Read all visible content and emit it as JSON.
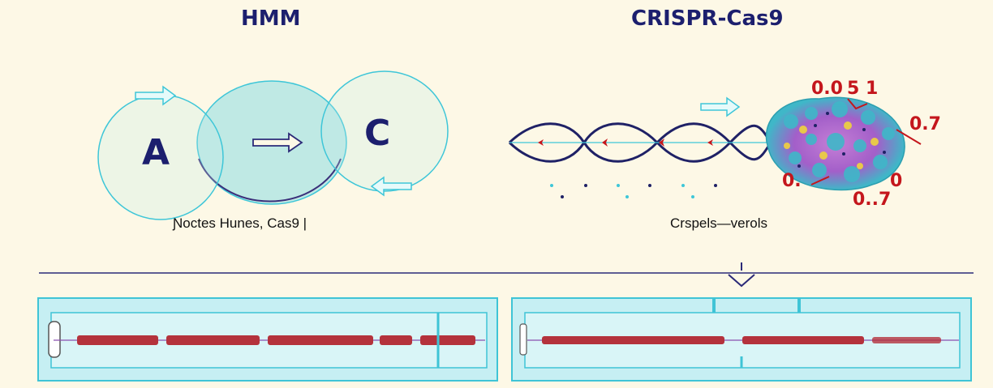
{
  "panels": {
    "left": {
      "title": "HMM",
      "caption": "Ɲoctes Hunes, Cas9 |",
      "states": [
        "A",
        "C"
      ]
    },
    "right": {
      "title": "CRISPR-Cas9",
      "caption": "Crspels—verols",
      "labels": [
        "0.0",
        "5 1",
        "0.7",
        "0.",
        "0",
        "0..7"
      ]
    }
  },
  "colors": {
    "background": "#fdf8e6",
    "title": "#1c1f6e",
    "circle_stroke": "#3ec6d8",
    "overlap_fill": "#bfe9e4",
    "dna_strand": "#1f2166",
    "label_red": "#c4161c",
    "track_fill": "#c6eff3",
    "track_border": "#3fc4d6"
  },
  "icons": [
    "right-arrow-icon",
    "left-arrow-icon",
    "down-arrow-icon",
    "cas9-protein-icon",
    "dna-helix-icon"
  ]
}
